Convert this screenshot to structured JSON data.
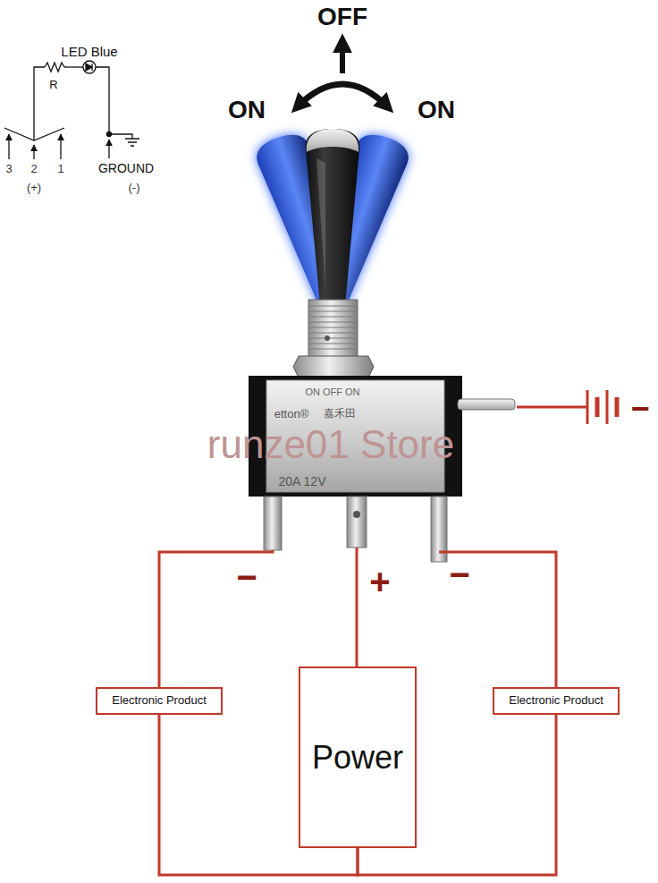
{
  "diagram": {
    "nodes": [
      {
        "text": [
          "Electronic Product"
        ]
      },
      {
        "text": [
          "Power"
        ]
      },
      {
        "text": [
          "Electronic Product"
        ]
      }
    ],
    "edges": [
      {
        "from": 1,
        "to": 0,
        "arrow": "none"
      },
      {
        "from": 1,
        "to": 2,
        "arrow": "none"
      }
    ],
    "labels": [
      "LED Blue",
      "R",
      "3",
      "2",
      "1",
      "(+)",
      "GROUND",
      "(-)",
      "OFF",
      "ON",
      "ON",
      "ON OFF ON",
      "etton®",
      "嘉禾田",
      "20A 12V",
      "runze01 Store",
      "−",
      "−",
      "+",
      "−"
    ]
  }
}
